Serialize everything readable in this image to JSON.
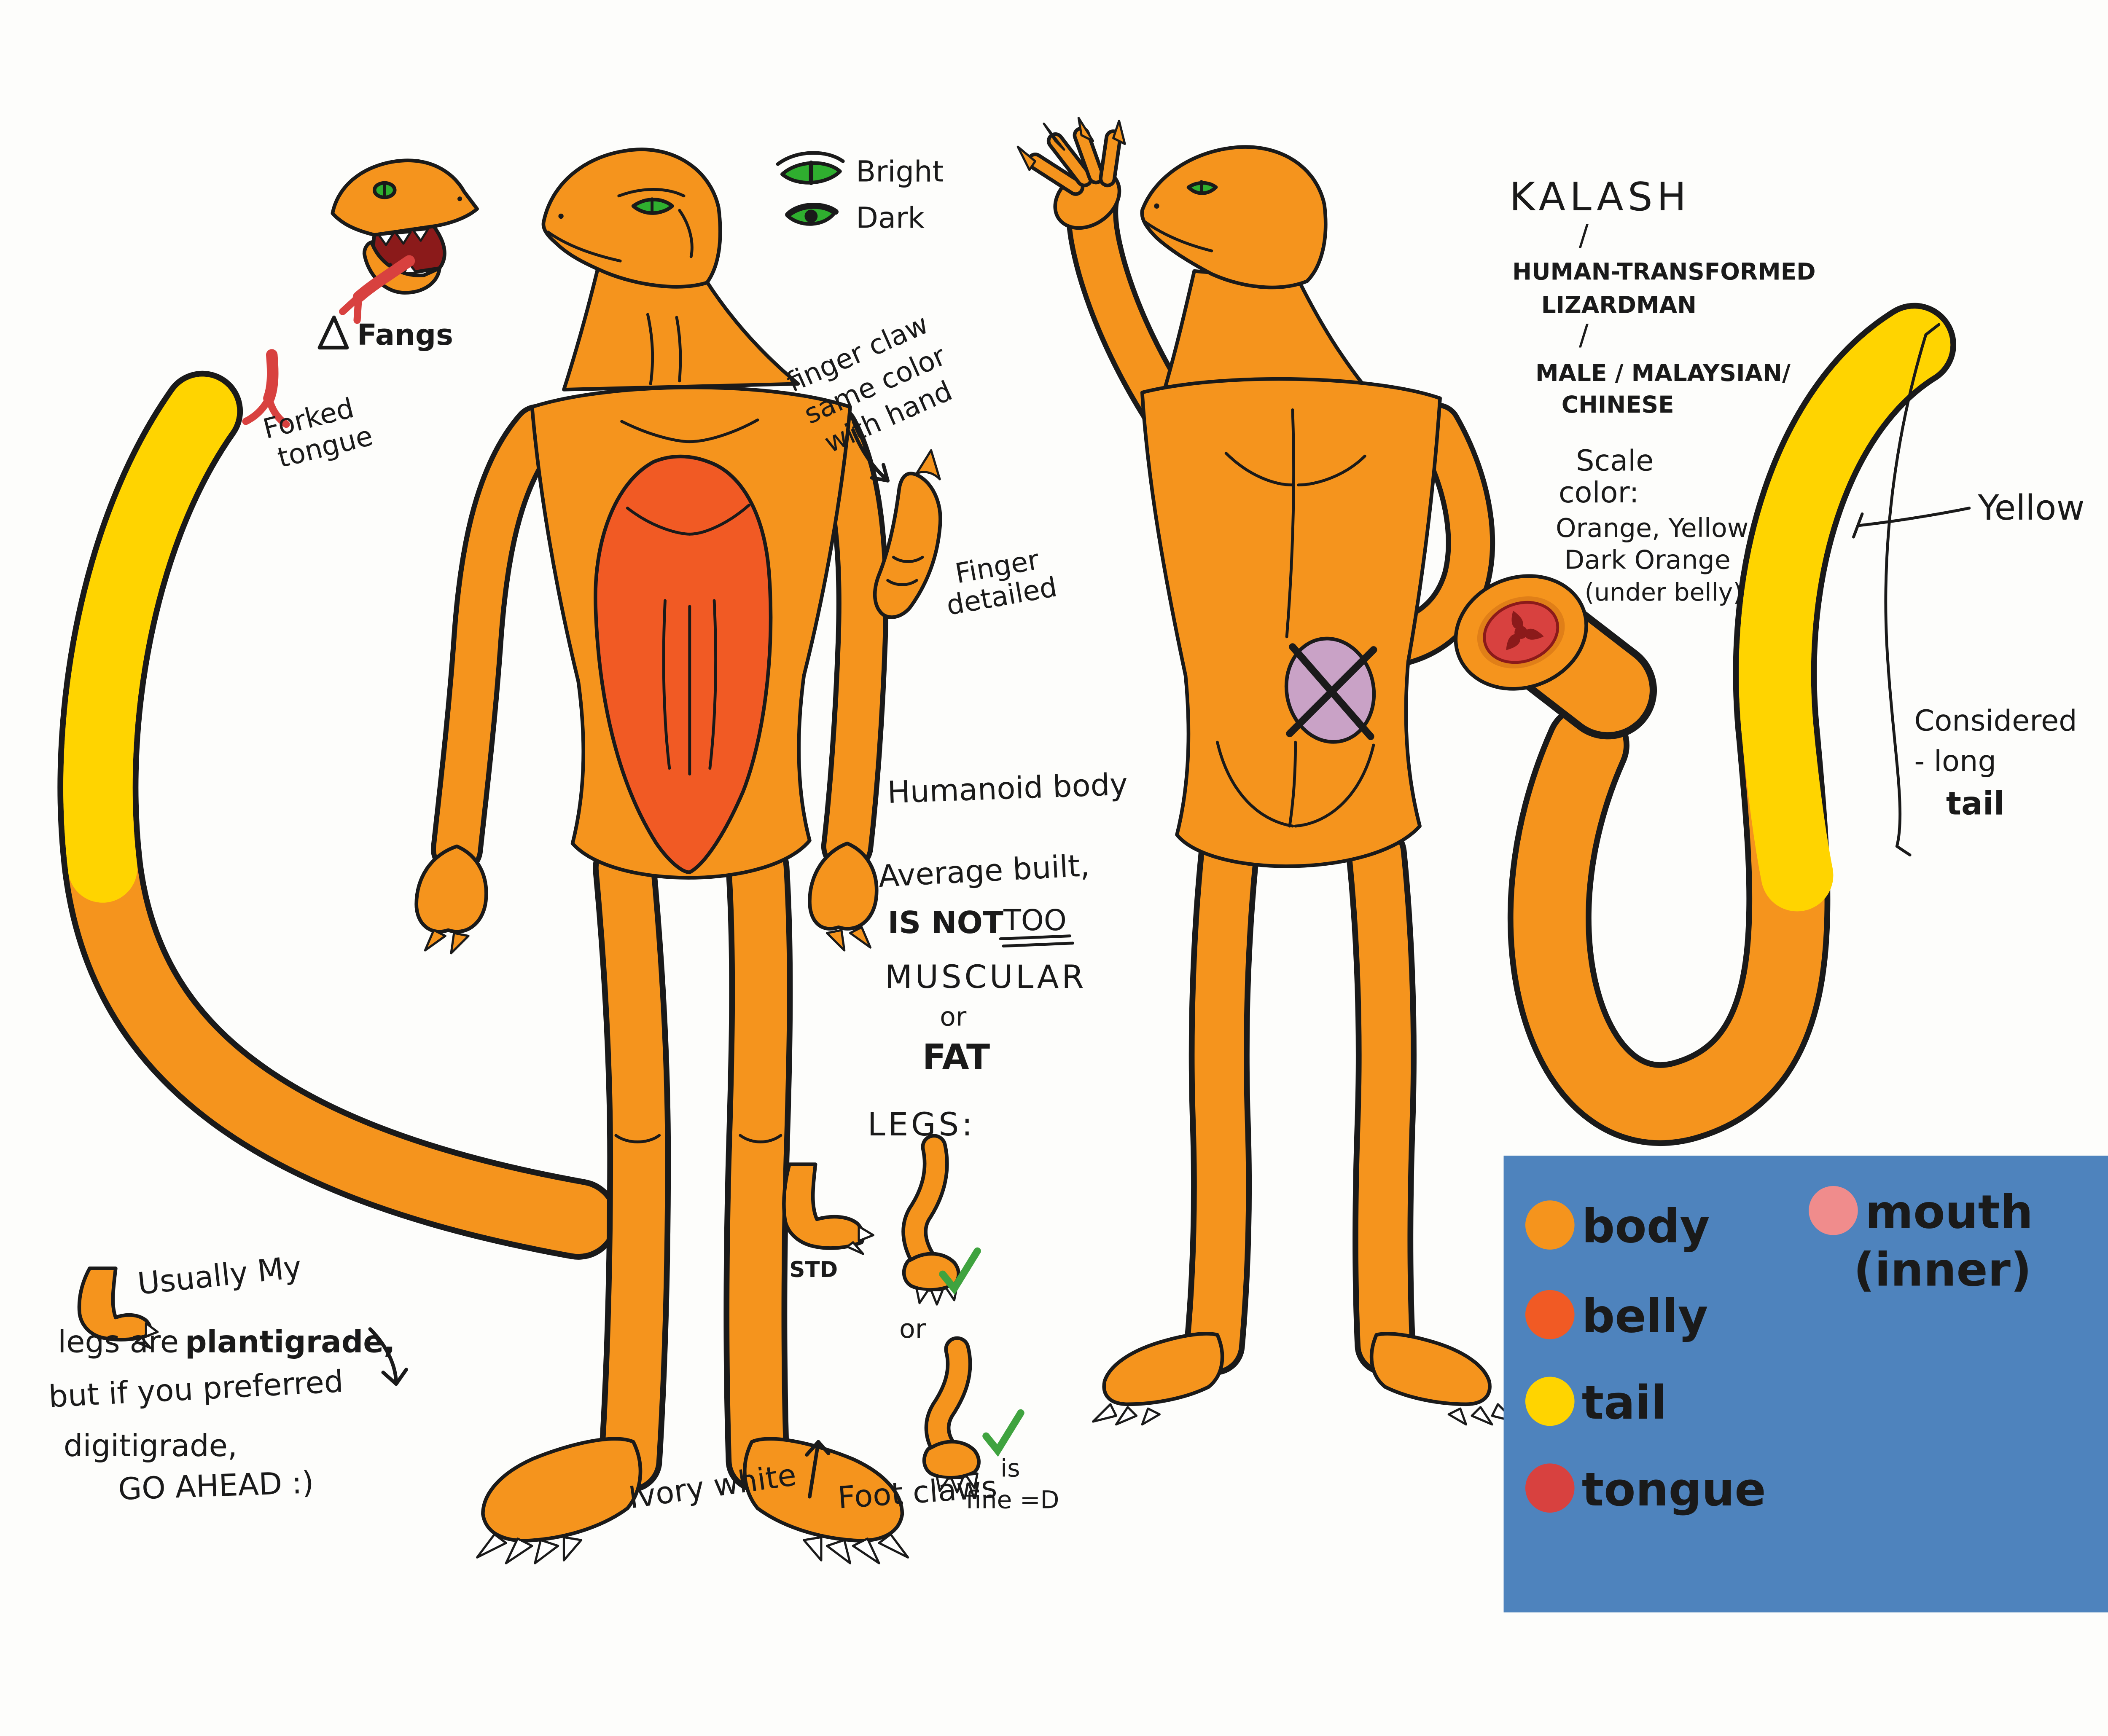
{
  "palette": {
    "body": "#F5941D",
    "belly": "#F15A24",
    "tail": "#FFD400",
    "tongue": "#D8413F",
    "mouth": "#F08C8C",
    "legendbg": "#4E83BD",
    "patch": "#C9A2C6",
    "green": "#2FAF2F",
    "check": "#3FA33F",
    "darkred": "#8B1A1A",
    "ink": "#1A1A1A",
    "paper": "#FDFDFB"
  },
  "head_key": {
    "fangs": "Fangs",
    "tongue1": "Forked",
    "tongue2": "tongue"
  },
  "eye_key": {
    "bright": "Bright",
    "dark": "Dark"
  },
  "finger_key": {
    "note1": "finger claw",
    "note2": "same color",
    "note3": "with hand",
    "cap1": "Finger",
    "cap2": "detailed"
  },
  "identity": {
    "name": "KALASH",
    "sep": "/",
    "line1": "HUMAN-TRANSFORMED",
    "line2": "LIZARDMAN",
    "line3": "MALE / MALAYSIAN/",
    "line4": "CHINESE"
  },
  "scale_color": {
    "head1": "Scale",
    "head2": "color:",
    "line1": "Orange, Yellow,",
    "line2": "Dark Orange",
    "line3": "(under belly)"
  },
  "tail_key": {
    "yellow": "Yellow",
    "line1": "Considered",
    "line2": "- long",
    "line3": "tail"
  },
  "build_notes": {
    "line1": "Humanoid body",
    "line2": "Average built,",
    "line3a": "IS NOT",
    "line3b": "TOO",
    "line4": "MUSCULAR",
    "line5": "or",
    "line6": "FAT"
  },
  "legs_key": {
    "heading": "LEGS:",
    "std": "STD",
    "or": "or",
    "fine1": "is",
    "fine2": "fine =D"
  },
  "plantigrade_note": {
    "line1": "Usually My",
    "line2a": "legs are",
    "line2b": "plantigrade,",
    "line3": "but if you preferred",
    "line4": "digitigrade,",
    "line5": "GO AHEAD :)"
  },
  "claws_note": {
    "left": "Ivory white",
    "right": "Foot claws"
  },
  "legend": {
    "items": [
      {
        "label": "body"
      },
      {
        "label": "belly"
      },
      {
        "label": "tail"
      },
      {
        "label": "tongue"
      },
      {
        "label": "mouth",
        "label2": "(inner)"
      }
    ]
  }
}
